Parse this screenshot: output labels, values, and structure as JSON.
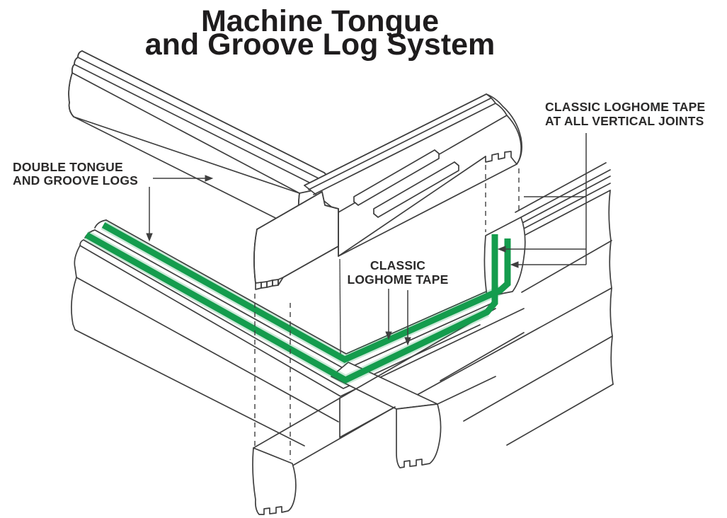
{
  "title": {
    "line1": "Machine Tongue",
    "line2": "and Groove Log System"
  },
  "labels": {
    "left": {
      "line1": "DOUBLE TONGUE",
      "line2": "AND GROOVE LOGS"
    },
    "center": {
      "line1": "CLASSIC",
      "line2": "LOGHOME TAPE"
    },
    "right": {
      "line1": "CLASSIC LOGHOME TAPE",
      "line2": "AT ALL VERTICAL JOINTS"
    }
  },
  "colors": {
    "tape_green": "#149C4D",
    "line_gray": "#3f3f3f",
    "text_black": "#1e1c1d",
    "background": "#ffffff"
  }
}
